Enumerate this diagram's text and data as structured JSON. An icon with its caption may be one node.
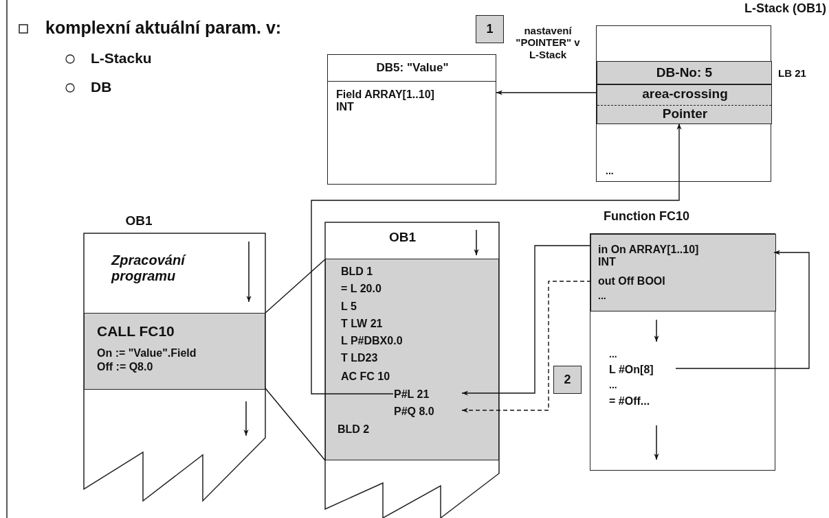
{
  "diagram": {
    "title": "komplexní aktuální param. v:",
    "nodes": [
      {
        "text": [
          "DB5: \"Value\"",
          "Field ARRAY[1..10] INT"
        ]
      },
      {
        "text": [
          "L-Stack (OB1)",
          "..."
        ]
      },
      {
        "text": [
          "DB-No: 5"
        ],
        "in": 1,
        "beside": [
          "LB 21"
        ]
      },
      {
        "text": [
          "area-crossing",
          "Pointer"
        ],
        "in": 1
      },
      {
        "text": [
          "1"
        ],
        "beside": [
          "nastavení \"POINTER\" v L-Stack"
        ]
      },
      {
        "text": [
          "OB1",
          "Zpracování programu"
        ]
      },
      {
        "text": [
          "CALL FC10",
          "On := \"Value\".Field",
          "Off := Q8.0"
        ],
        "in": 5
      },
      {
        "text": [
          "OB1"
        ]
      },
      {
        "text": [
          "BLD 1",
          "= L 20.0",
          "L 5",
          "T LW 21",
          "L P#DBX0.0",
          "T LD23",
          "AC FC 10"
        ],
        "in": 7
      },
      {
        "text": [
          "P#L 21"
        ],
        "in": 8
      },
      {
        "text": [
          "P#Q 8.0"
        ],
        "in": 8
      },
      {
        "text": [
          "BLD 2"
        ],
        "in": 8
      },
      {
        "text": [
          "2"
        ]
      },
      {
        "text": [
          "Function FC10"
        ]
      },
      {
        "text": [],
        "shape": "box",
        "in": 13
      },
      {
        "text": [
          "in On ARRAY[1..10] INT"
        ],
        "in": 14
      },
      {
        "text": [
          "out Off BOOI"
        ],
        "in": 14
      },
      {
        "text": [
          "..."
        ],
        "in": 14
      },
      {
        "text": [
          "..."
        ],
        "in": 13
      },
      {
        "text": [
          "L #On[8]"
        ],
        "in": 13
      },
      {
        "text": [
          "..."
        ],
        "in": 13
      },
      {
        "text": [
          "= #Off..."
        ],
        "in": 13
      }
    ],
    "edges": [
      {
        "from": 3,
        "to": 0,
        "arrow": "to"
      },
      {
        "from": 9,
        "to": 3,
        "arrow": "to"
      },
      {
        "from": 15,
        "to": 9,
        "arrow": "to"
      },
      {
        "from": 16,
        "to": 10,
        "arrow": "to",
        "style": "dashed"
      },
      {
        "from": 19,
        "to": 15,
        "arrow": "to"
      },
      {
        "from": 6,
        "to": 8,
        "arrow": "none"
      },
      {
        "from": 6,
        "to": 8,
        "arrow": "none"
      }
    ],
    "labels": [
      "L-Stacku",
      "DB"
    ]
  }
}
